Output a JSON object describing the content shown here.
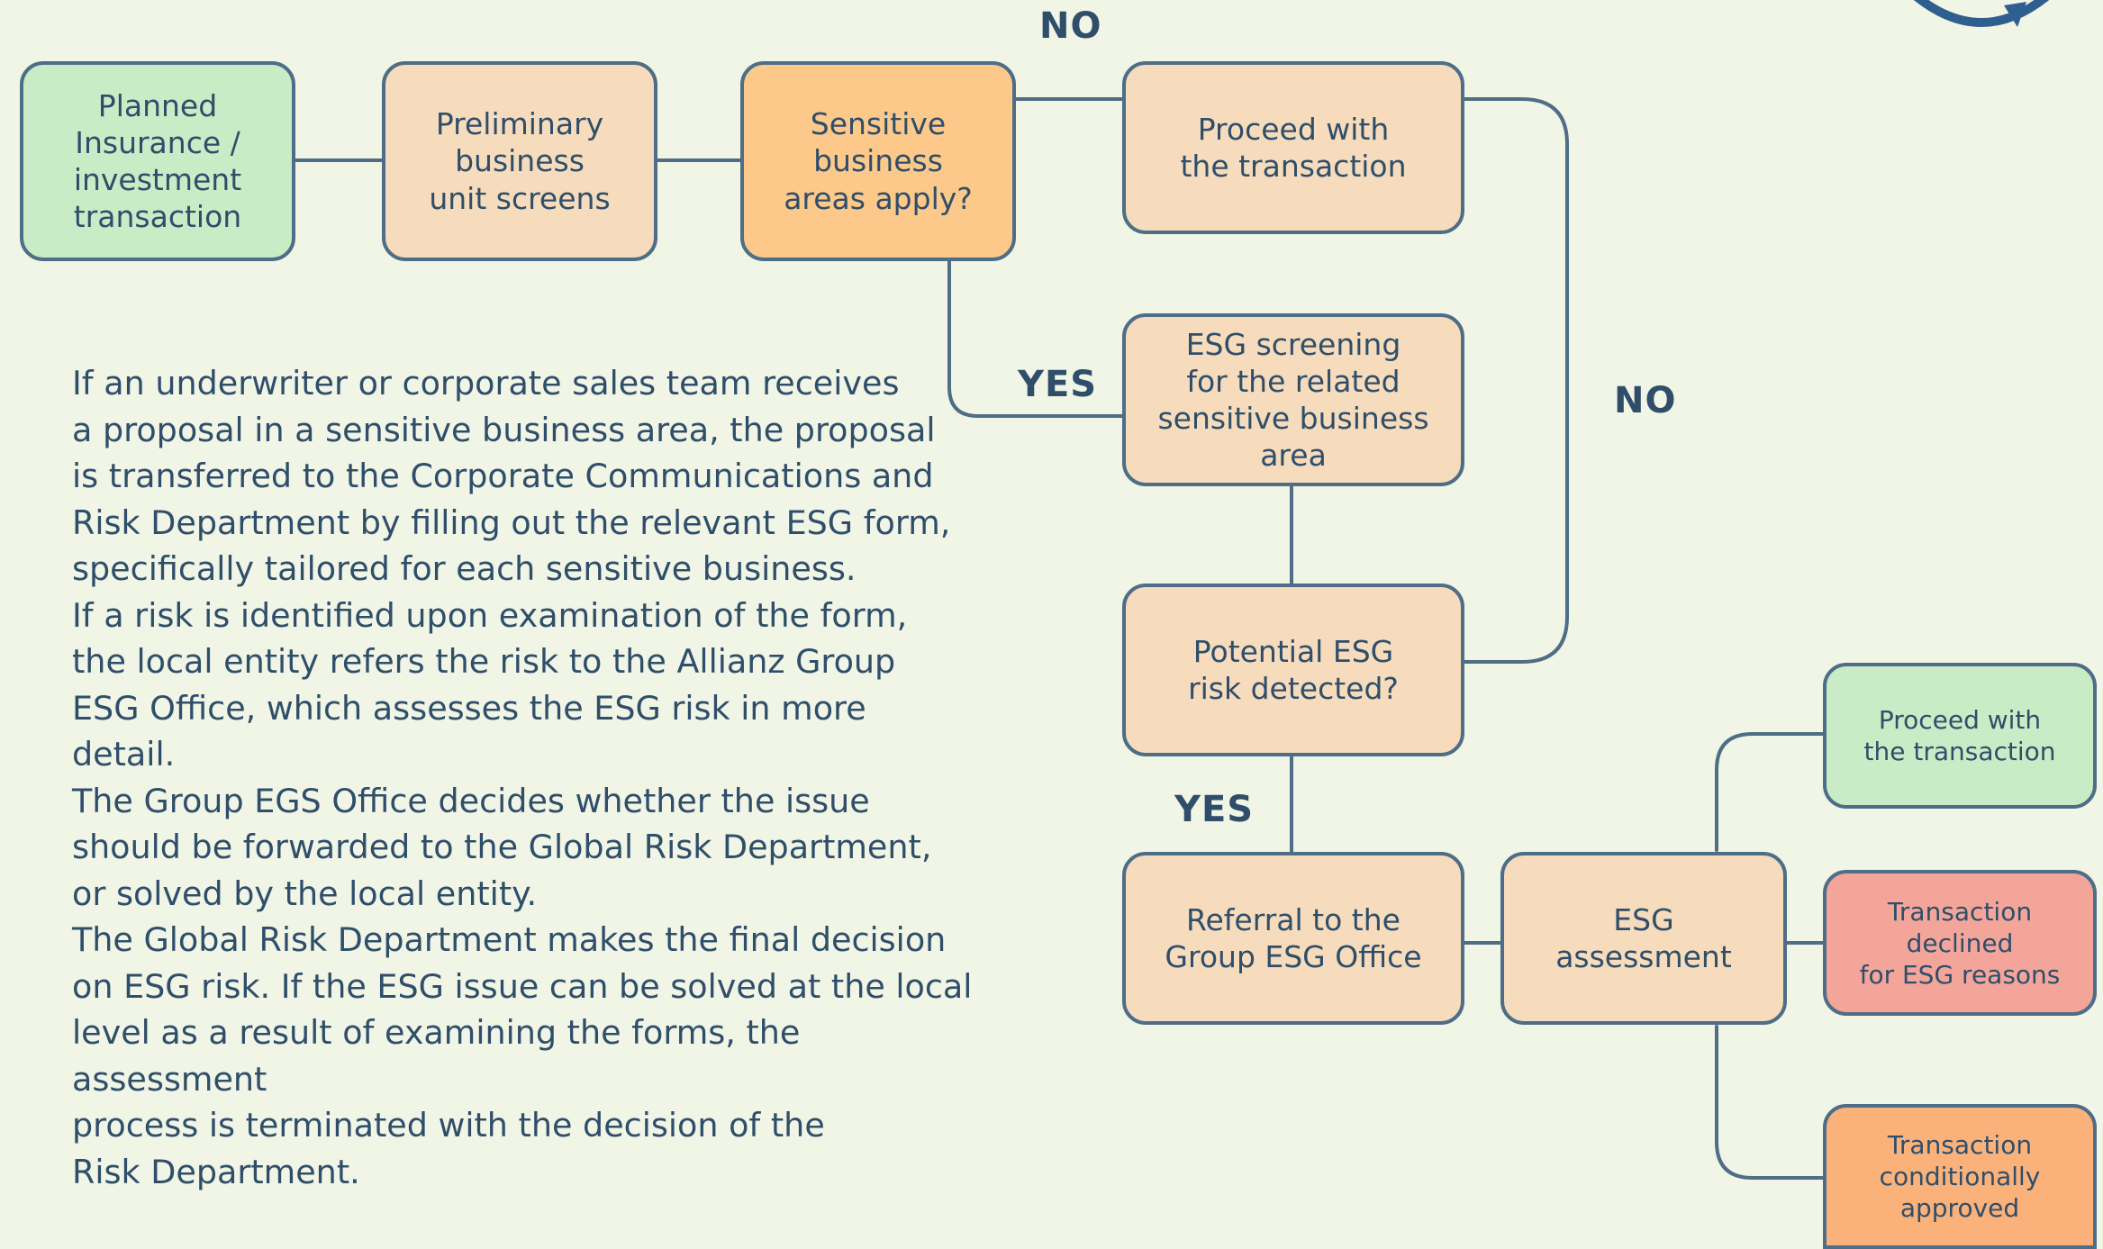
{
  "nodes": {
    "planned": "Planned\nInsurance /\ninvestment\ntransaction",
    "preliminary": "Preliminary\nbusiness\nunit screens",
    "sensitive": "Sensitive business\nareas apply?",
    "proceed_top": "Proceed with\nthe transaction",
    "screening": "ESG screening\nfor the related\nsensitive business area",
    "potential": "Potential ESG\nrisk detected?",
    "referral": "Referral to the\nGroup ESG Office",
    "assessment": "ESG\nassessment",
    "proceed_right": "Proceed with\nthe transaction",
    "declined": "Transaction declined\nfor ESG reasons",
    "conditional": "Transaction\nconditionally\napproved"
  },
  "labels": {
    "no_top": "NO",
    "yes_left": "YES",
    "no_right": "NO",
    "yes_bottom": "YES"
  },
  "description": [
    "If an underwriter or corporate sales team receives",
    "a proposal in a sensitive business area, the proposal",
    "is transferred to the Corporate Communications and",
    "Risk Department by filling out the relevant ESG form,",
    "specifically tailored for each sensitive business.",
    "If a risk is identified upon examination of the form,",
    "the local entity refers the risk to the Allianz Group",
    "ESG Office, which assesses the ESG risk in more detail.",
    "The Group EGS Office decides whether the issue",
    "should be forwarded to the Global Risk Department,",
    "or solved by the local entity.",
    "The Global Risk Department makes the final decision",
    "on ESG risk. If the ESG issue can be solved at the local",
    "level as a result of examining the forms, the assessment",
    "process is terminated with the decision of the",
    "Risk Department."
  ],
  "colors": {
    "background": "#f1f5e6",
    "line": "#4e6d86",
    "text": "#2f4e6a",
    "green": "#c9ebc6",
    "peach": "#f6dcbc",
    "orange": "#fdc98a",
    "red": "#f4a59a",
    "dark_orange": "#fbb27a"
  }
}
